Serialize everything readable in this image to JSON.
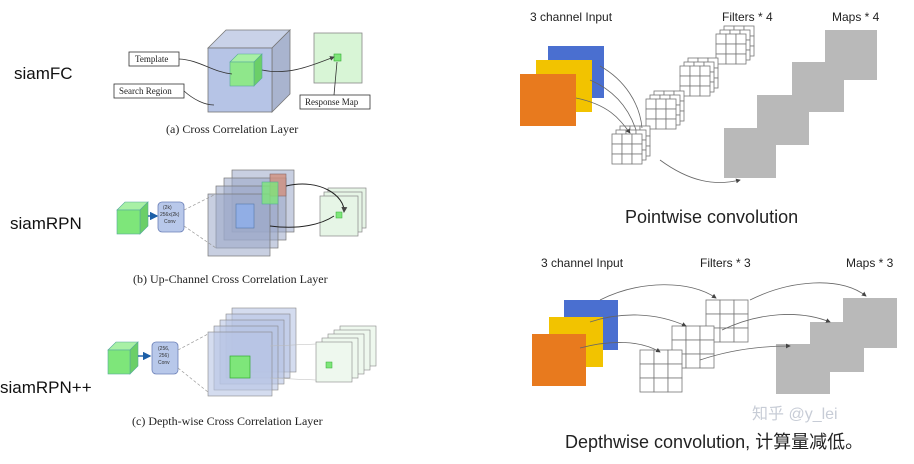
{
  "left": {
    "rows": [
      {
        "name": "siamFC",
        "caption": "(a)  Cross Correlation Layer"
      },
      {
        "name": "siamRPN",
        "caption": "(b)  Up-Channel Cross Correlation Layer"
      },
      {
        "name": "siamRPN++",
        "caption": "(c)  Depth-wise Cross Correlation Layer"
      }
    ],
    "siamfc_labels": {
      "template": "Template",
      "search": "Search Region",
      "response": "Response Map"
    },
    "conv_boxes": {
      "rpn": [
        "(2k)",
        "256x(2k)",
        "Conv"
      ],
      "rpnpp": [
        "(256,",
        "256)",
        "Conv"
      ]
    }
  },
  "right": {
    "pointwise": {
      "input": "3 channel Input",
      "filters": "Filters * 4",
      "maps": "Maps * 4",
      "title": "Pointwise convolution"
    },
    "depthwise": {
      "input": "3 channel Input",
      "filters": "Filters * 3",
      "maps": "Maps * 3",
      "title": "Depthwise convolution, 计算量减低。"
    },
    "watermark": "知乎 @y_lei"
  },
  "colors": {
    "green": "#7ee67a",
    "blue": "#4a6fd0",
    "yellow": "#f2c300",
    "orange": "#e87a1e",
    "gray": "#b9b9b9",
    "lightblue": "#b8c8ea"
  }
}
